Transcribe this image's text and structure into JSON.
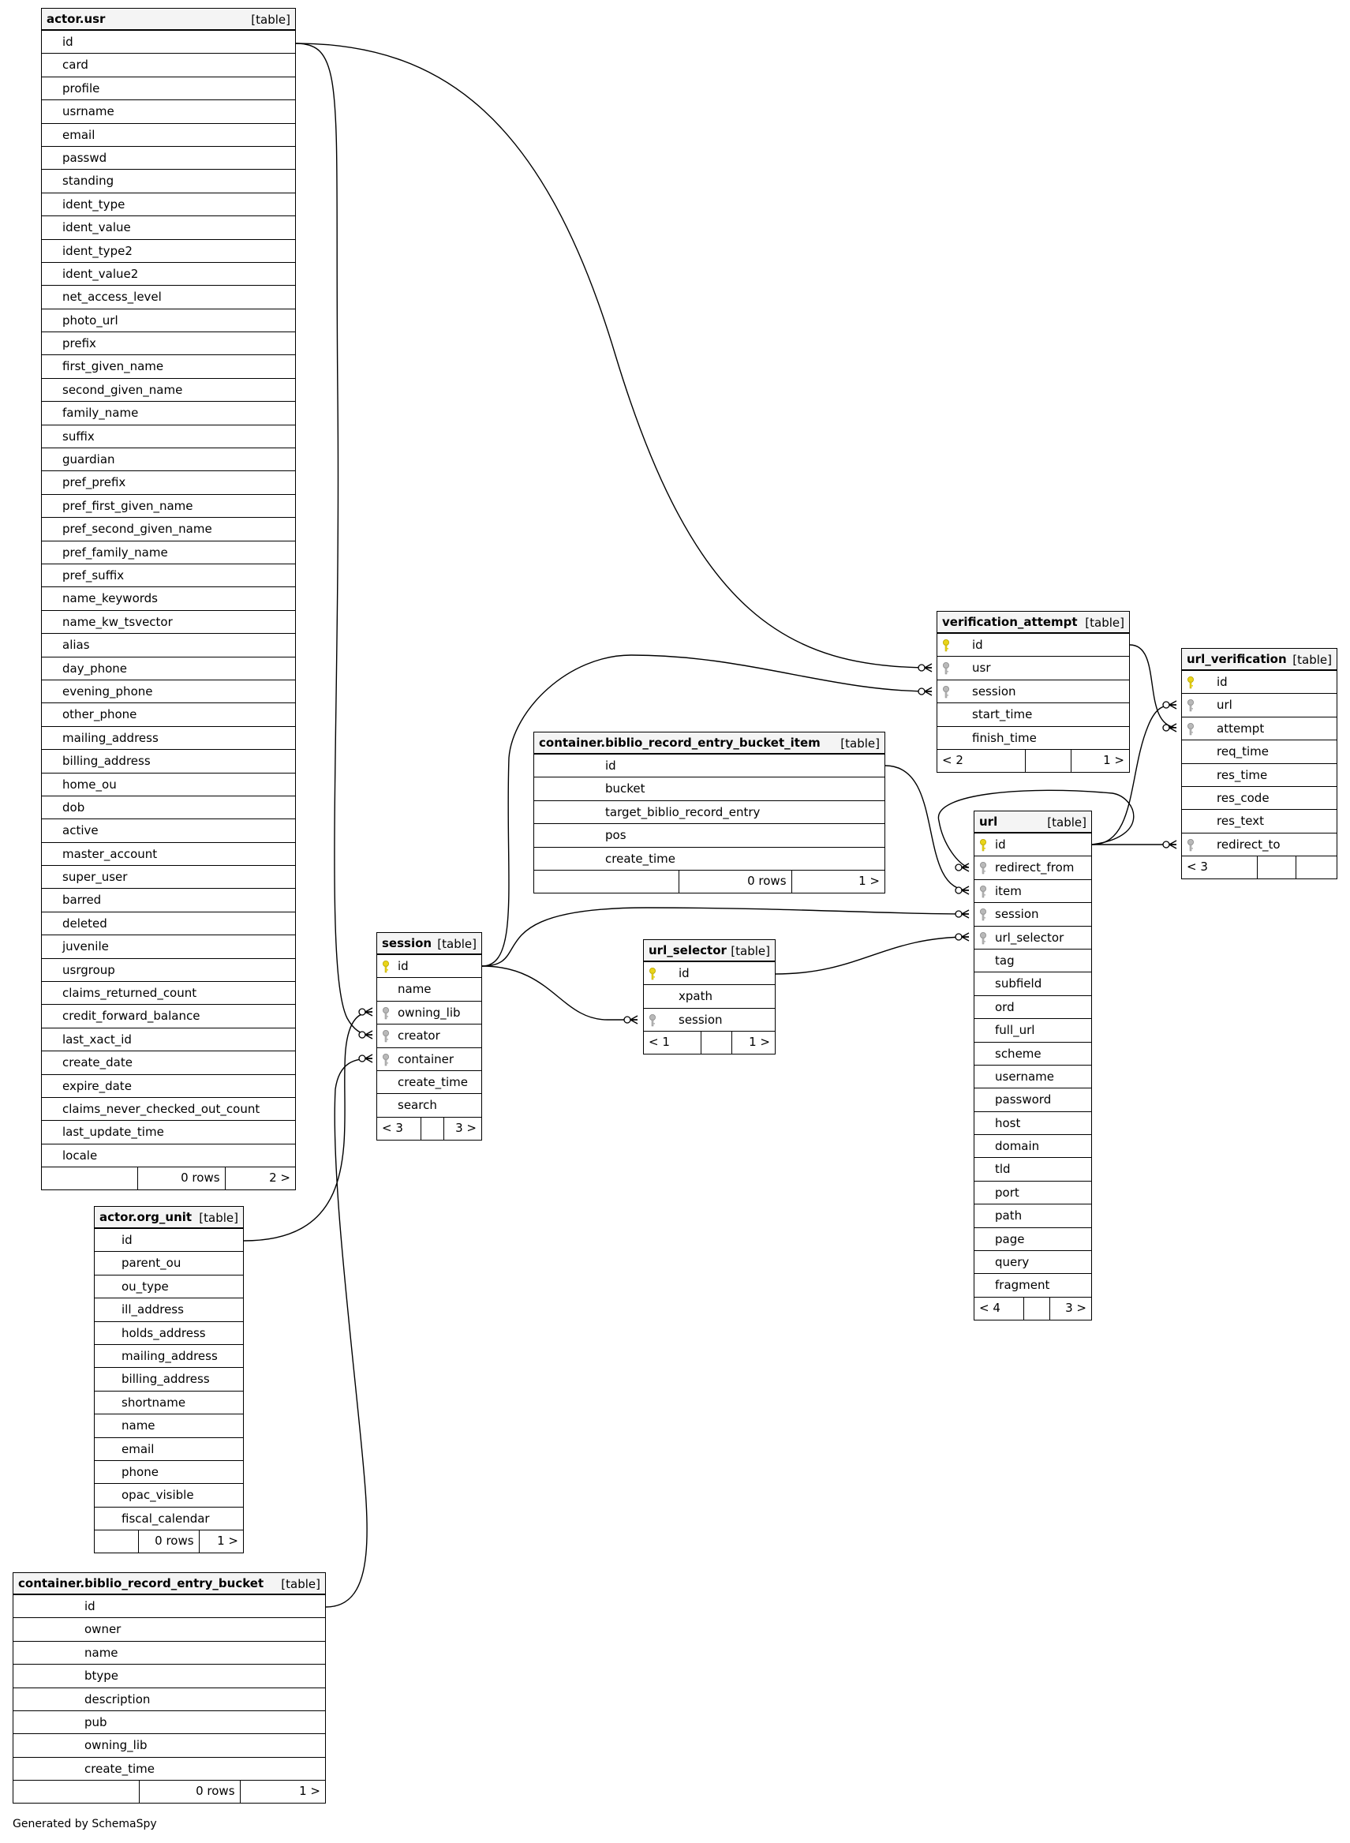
{
  "diagram": {
    "kind_label": "[table]",
    "footer_credit": "Generated by SchemaSpy"
  },
  "tables": [
    {
      "id": "actor_usr",
      "name": "actor.usr",
      "columns": [
        {
          "name": "id",
          "key": "none"
        },
        {
          "name": "card",
          "key": "none"
        },
        {
          "name": "profile",
          "key": "none"
        },
        {
          "name": "usrname",
          "key": "none"
        },
        {
          "name": "email",
          "key": "none"
        },
        {
          "name": "passwd",
          "key": "none"
        },
        {
          "name": "standing",
          "key": "none"
        },
        {
          "name": "ident_type",
          "key": "none"
        },
        {
          "name": "ident_value",
          "key": "none"
        },
        {
          "name": "ident_type2",
          "key": "none"
        },
        {
          "name": "ident_value2",
          "key": "none"
        },
        {
          "name": "net_access_level",
          "key": "none"
        },
        {
          "name": "photo_url",
          "key": "none"
        },
        {
          "name": "prefix",
          "key": "none"
        },
        {
          "name": "first_given_name",
          "key": "none"
        },
        {
          "name": "second_given_name",
          "key": "none"
        },
        {
          "name": "family_name",
          "key": "none"
        },
        {
          "name": "suffix",
          "key": "none"
        },
        {
          "name": "guardian",
          "key": "none"
        },
        {
          "name": "pref_prefix",
          "key": "none"
        },
        {
          "name": "pref_first_given_name",
          "key": "none"
        },
        {
          "name": "pref_second_given_name",
          "key": "none"
        },
        {
          "name": "pref_family_name",
          "key": "none"
        },
        {
          "name": "pref_suffix",
          "key": "none"
        },
        {
          "name": "name_keywords",
          "key": "none"
        },
        {
          "name": "name_kw_tsvector",
          "key": "none"
        },
        {
          "name": "alias",
          "key": "none"
        },
        {
          "name": "day_phone",
          "key": "none"
        },
        {
          "name": "evening_phone",
          "key": "none"
        },
        {
          "name": "other_phone",
          "key": "none"
        },
        {
          "name": "mailing_address",
          "key": "none"
        },
        {
          "name": "billing_address",
          "key": "none"
        },
        {
          "name": "home_ou",
          "key": "none"
        },
        {
          "name": "dob",
          "key": "none"
        },
        {
          "name": "active",
          "key": "none"
        },
        {
          "name": "master_account",
          "key": "none"
        },
        {
          "name": "super_user",
          "key": "none"
        },
        {
          "name": "barred",
          "key": "none"
        },
        {
          "name": "deleted",
          "key": "none"
        },
        {
          "name": "juvenile",
          "key": "none"
        },
        {
          "name": "usrgroup",
          "key": "none"
        },
        {
          "name": "claims_returned_count",
          "key": "none"
        },
        {
          "name": "credit_forward_balance",
          "key": "none"
        },
        {
          "name": "last_xact_id",
          "key": "none"
        },
        {
          "name": "create_date",
          "key": "none"
        },
        {
          "name": "expire_date",
          "key": "none"
        },
        {
          "name": "claims_never_checked_out_count",
          "key": "none"
        },
        {
          "name": "last_update_time",
          "key": "none"
        },
        {
          "name": "locale",
          "key": "none"
        }
      ],
      "footer": [
        "",
        "0 rows",
        "2 >"
      ]
    },
    {
      "id": "actor_org_unit",
      "name": "actor.org_unit",
      "columns": [
        {
          "name": "id",
          "key": "none"
        },
        {
          "name": "parent_ou",
          "key": "none"
        },
        {
          "name": "ou_type",
          "key": "none"
        },
        {
          "name": "ill_address",
          "key": "none"
        },
        {
          "name": "holds_address",
          "key": "none"
        },
        {
          "name": "mailing_address",
          "key": "none"
        },
        {
          "name": "billing_address",
          "key": "none"
        },
        {
          "name": "shortname",
          "key": "none"
        },
        {
          "name": "name",
          "key": "none"
        },
        {
          "name": "email",
          "key": "none"
        },
        {
          "name": "phone",
          "key": "none"
        },
        {
          "name": "opac_visible",
          "key": "none"
        },
        {
          "name": "fiscal_calendar",
          "key": "none"
        }
      ],
      "footer": [
        "",
        "0 rows",
        "1 >"
      ]
    },
    {
      "id": "bucket",
      "name": "container.biblio_record_entry_bucket",
      "columns": [
        {
          "name": "id",
          "key": "none"
        },
        {
          "name": "owner",
          "key": "none"
        },
        {
          "name": "name",
          "key": "none"
        },
        {
          "name": "btype",
          "key": "none"
        },
        {
          "name": "description",
          "key": "none"
        },
        {
          "name": "pub",
          "key": "none"
        },
        {
          "name": "owning_lib",
          "key": "none"
        },
        {
          "name": "create_time",
          "key": "none"
        }
      ],
      "footer": [
        "",
        "0 rows",
        "1 >"
      ]
    },
    {
      "id": "session",
      "name": "session",
      "columns": [
        {
          "name": "id",
          "key": "pk"
        },
        {
          "name": "name",
          "key": "none"
        },
        {
          "name": "owning_lib",
          "key": "fk"
        },
        {
          "name": "creator",
          "key": "fk"
        },
        {
          "name": "container",
          "key": "fk"
        },
        {
          "name": "create_time",
          "key": "none"
        },
        {
          "name": "search",
          "key": "none"
        }
      ],
      "footer": [
        "< 3",
        "",
        "3 >"
      ]
    },
    {
      "id": "bucket_item",
      "name": "container.biblio_record_entry_bucket_item",
      "columns": [
        {
          "name": "id",
          "key": "none"
        },
        {
          "name": "bucket",
          "key": "none"
        },
        {
          "name": "target_biblio_record_entry",
          "key": "none"
        },
        {
          "name": "pos",
          "key": "none"
        },
        {
          "name": "create_time",
          "key": "none"
        }
      ],
      "footer": [
        "",
        "0 rows",
        "1 >"
      ]
    },
    {
      "id": "url_selector",
      "name": "url_selector",
      "columns": [
        {
          "name": "id",
          "key": "pk"
        },
        {
          "name": "xpath",
          "key": "none"
        },
        {
          "name": "session",
          "key": "fk"
        }
      ],
      "footer": [
        "< 1",
        "",
        "1 >"
      ]
    },
    {
      "id": "verification_attempt",
      "name": "verification_attempt",
      "columns": [
        {
          "name": "id",
          "key": "pk"
        },
        {
          "name": "usr",
          "key": "fk"
        },
        {
          "name": "session",
          "key": "fk"
        },
        {
          "name": "start_time",
          "key": "none"
        },
        {
          "name": "finish_time",
          "key": "none"
        }
      ],
      "footer": [
        "< 2",
        "",
        "1 >"
      ]
    },
    {
      "id": "url",
      "name": "url",
      "columns": [
        {
          "name": "id",
          "key": "pk"
        },
        {
          "name": "redirect_from",
          "key": "fk"
        },
        {
          "name": "item",
          "key": "fk"
        },
        {
          "name": "session",
          "key": "fk"
        },
        {
          "name": "url_selector",
          "key": "fk"
        },
        {
          "name": "tag",
          "key": "none"
        },
        {
          "name": "subfield",
          "key": "none"
        },
        {
          "name": "ord",
          "key": "none"
        },
        {
          "name": "full_url",
          "key": "none"
        },
        {
          "name": "scheme",
          "key": "none"
        },
        {
          "name": "username",
          "key": "none"
        },
        {
          "name": "password",
          "key": "none"
        },
        {
          "name": "host",
          "key": "none"
        },
        {
          "name": "domain",
          "key": "none"
        },
        {
          "name": "tld",
          "key": "none"
        },
        {
          "name": "port",
          "key": "none"
        },
        {
          "name": "path",
          "key": "none"
        },
        {
          "name": "page",
          "key": "none"
        },
        {
          "name": "query",
          "key": "none"
        },
        {
          "name": "fragment",
          "key": "none"
        }
      ],
      "footer": [
        "< 4",
        "",
        "3 >"
      ]
    },
    {
      "id": "url_verification",
      "name": "url_verification",
      "columns": [
        {
          "name": "id",
          "key": "pk"
        },
        {
          "name": "url",
          "key": "fk"
        },
        {
          "name": "attempt",
          "key": "fk"
        },
        {
          "name": "req_time",
          "key": "none"
        },
        {
          "name": "res_time",
          "key": "none"
        },
        {
          "name": "res_code",
          "key": "none"
        },
        {
          "name": "res_text",
          "key": "none"
        },
        {
          "name": "redirect_to",
          "key": "fk"
        }
      ],
      "footer": [
        "< 3",
        "",
        ""
      ]
    }
  ],
  "relationships": [
    {
      "from_table": "actor_usr",
      "from_column": "id",
      "to_table": "session",
      "to_column": "creator"
    },
    {
      "from_table": "actor_usr",
      "from_column": "id",
      "to_table": "verification_attempt",
      "to_column": "usr"
    },
    {
      "from_table": "actor_org_unit",
      "from_column": "id",
      "to_table": "session",
      "to_column": "owning_lib"
    },
    {
      "from_table": "bucket",
      "from_column": "id",
      "to_table": "session",
      "to_column": "container"
    },
    {
      "from_table": "session",
      "from_column": "id",
      "to_table": "verification_attempt",
      "to_column": "session"
    },
    {
      "from_table": "session",
      "from_column": "id",
      "to_table": "url",
      "to_column": "session"
    },
    {
      "from_table": "session",
      "from_column": "id",
      "to_table": "url_selector",
      "to_column": "session"
    },
    {
      "from_table": "bucket_item",
      "from_column": "id",
      "to_table": "url",
      "to_column": "item"
    },
    {
      "from_table": "url_selector",
      "from_column": "id",
      "to_table": "url",
      "to_column": "url_selector"
    },
    {
      "from_table": "url",
      "from_column": "id",
      "to_table": "url",
      "to_column": "redirect_from"
    },
    {
      "from_table": "url",
      "from_column": "id",
      "to_table": "url_verification",
      "to_column": "url"
    },
    {
      "from_table": "url",
      "from_column": "id",
      "to_table": "url_verification",
      "to_column": "redirect_to"
    },
    {
      "from_table": "verification_attempt",
      "from_column": "id",
      "to_table": "url_verification",
      "to_column": "attempt"
    }
  ]
}
